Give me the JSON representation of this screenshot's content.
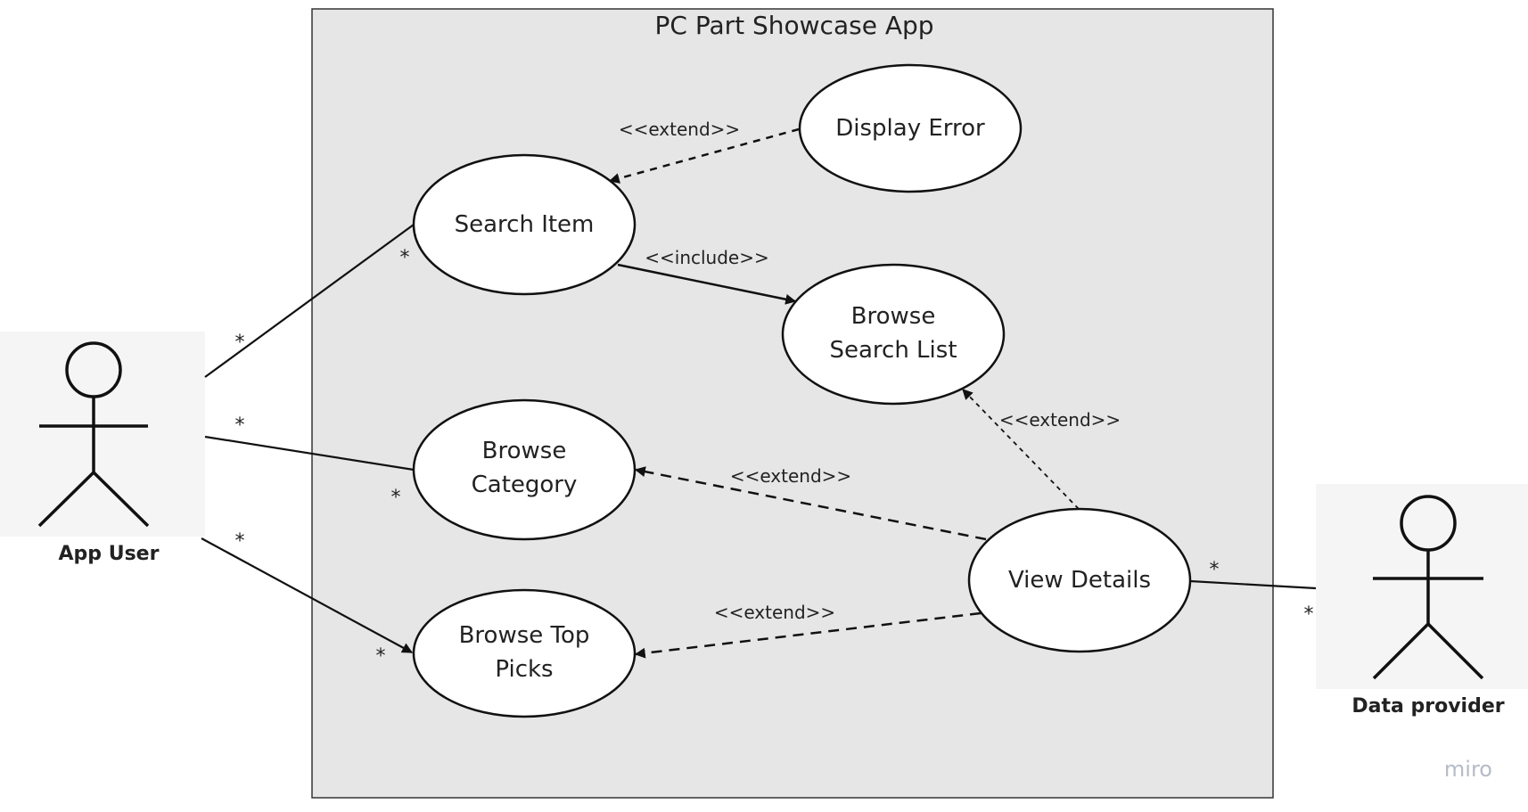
{
  "system": {
    "title": "PC Part Showcase App"
  },
  "actors": [
    {
      "id": "app_user",
      "label": "App User"
    },
    {
      "id": "data_provider",
      "label": "Data provider"
    }
  ],
  "use_cases": [
    {
      "id": "search_item",
      "lines": [
        "Search Item"
      ]
    },
    {
      "id": "display_error",
      "lines": [
        "Display Error"
      ]
    },
    {
      "id": "browse_search_list",
      "lines": [
        "Browse",
        "Search List"
      ]
    },
    {
      "id": "browse_category",
      "lines": [
        "Browse",
        "Category"
      ]
    },
    {
      "id": "view_details",
      "lines": [
        "View Details"
      ]
    },
    {
      "id": "browse_top_picks",
      "lines": [
        "Browse Top",
        "Picks"
      ]
    }
  ],
  "relationships": [
    {
      "from": "display_error",
      "to": "search_item",
      "stereotype": "<<extend>>"
    },
    {
      "from": "search_item",
      "to": "browse_search_list",
      "stereotype": "<<include>>"
    },
    {
      "from": "view_details",
      "to": "browse_search_list",
      "stereotype": "<<extend>>"
    },
    {
      "from": "view_details",
      "to": "browse_category",
      "stereotype": "<<extend>>"
    },
    {
      "from": "view_details",
      "to": "browse_top_picks",
      "stereotype": "<<extend>>"
    }
  ],
  "associations": [
    {
      "from": "app_user",
      "to": "search_item",
      "multiplicity_from": "*",
      "multiplicity_to": "*"
    },
    {
      "from": "app_user",
      "to": "browse_category",
      "multiplicity_from": "*",
      "multiplicity_to": "*"
    },
    {
      "from": "app_user",
      "to": "browse_top_picks",
      "multiplicity_from": "*",
      "multiplicity_to": "*"
    },
    {
      "from": "view_details",
      "to": "data_provider",
      "multiplicity_from": "*",
      "multiplicity_to": "*"
    }
  ],
  "watermark": "miro",
  "colors": {
    "system_fill": "#e6e6e6",
    "actor_bg": "#f5f5f5",
    "stroke": "#111111",
    "watermark": "#b5bcc7"
  }
}
